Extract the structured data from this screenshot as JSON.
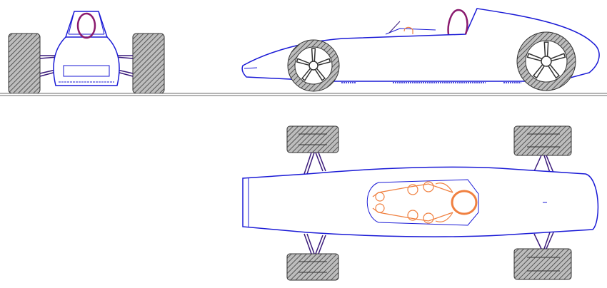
{
  "colors": {
    "body_outline": "#1a1ad6",
    "roll_hoop": "#8a1a6e",
    "driver_outline": "#f08040",
    "suspension": "#3a1a7a",
    "tire_hatch": "#555555",
    "tire_fill": "#bdbdbd",
    "ground": "#6a6a6a",
    "wheel_spokes": "#333333"
  },
  "views": [
    {
      "name": "front-view"
    },
    {
      "name": "side-view"
    },
    {
      "name": "top-view"
    }
  ],
  "components": {
    "tires": "tire-hatched",
    "wheels": "five-spoke-wheel",
    "chassis": "monocoque-body",
    "hoop": "roll-hoop",
    "driver": "driver-silhouette"
  }
}
